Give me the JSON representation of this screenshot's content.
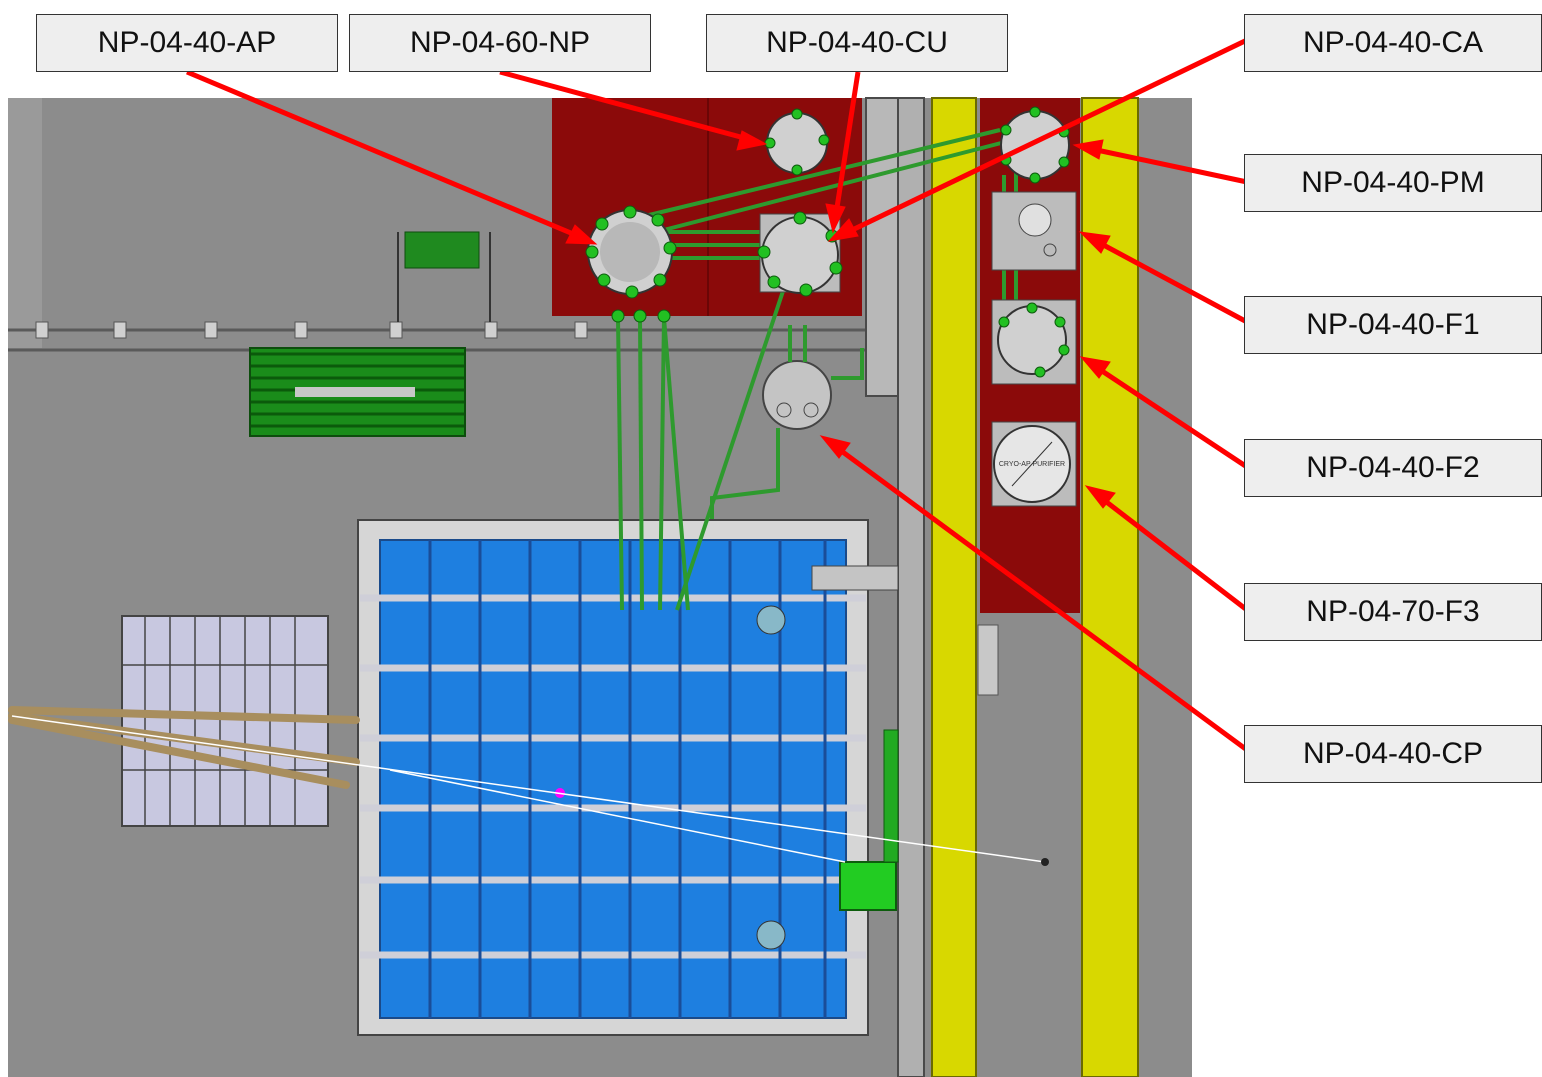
{
  "labels": {
    "ap": "NP-04-40-AP",
    "np": "NP-04-60-NP",
    "cu": "NP-04-40-CU",
    "ca": "NP-04-40-CA",
    "pm": "NP-04-40-PM",
    "f1": "NP-04-40-F1",
    "f2": "NP-04-40-F2",
    "f3": "NP-04-70-F3",
    "cp": "NP-04-40-CP"
  },
  "colors": {
    "background": "#8c8c8c",
    "red_panel": "#8b0a0a",
    "yellow_rail": "#d8d800",
    "pool_blue": "#1e7fe0",
    "pipe_green": "#2e9a2e",
    "arrow_red": "#ff0000",
    "label_fill": "#eeeeee"
  },
  "ui": {
    "purifier_text": "CRYO-AP PURIFIER"
  }
}
